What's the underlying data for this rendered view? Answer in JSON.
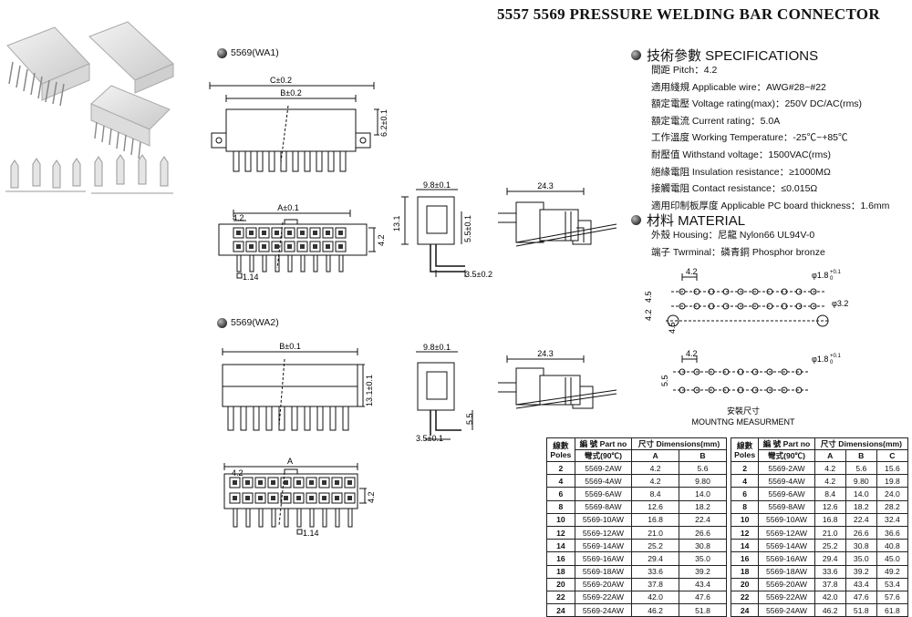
{
  "title": "5557 5569 PRESSURE WELDING BAR CONNECTOR",
  "wa1": {
    "label": "5569(WA1)",
    "dims": {
      "c": "C±0.2",
      "b": "B±0.2",
      "h": "6.2±0.1",
      "a": "A±0.1",
      "p42a": "4.2",
      "p42b": "4.2",
      "pin": "1.14",
      "w98": "9.8±0.1",
      "h131": "13.1",
      "h55": "5.5±0.1",
      "t35": "3.5±0.2",
      "w243": "24.3"
    }
  },
  "wa2": {
    "label": "5569(WA2)",
    "dims": {
      "b": "B±0.1",
      "h": "13.1±0.1",
      "w98": "9.8±0.1",
      "h55": "5.5",
      "t35": "3.5±0.1",
      "w243": "24.3",
      "a": "A",
      "p42a": "4.2",
      "p42b": "4.2",
      "pin": "1.14"
    }
  },
  "specs": {
    "heading": "技術參數 SPECIFICATIONS",
    "items": [
      "間距 Pitch：4.2",
      "適用綫規 Applicable wire：AWG#28~#22",
      "額定電壓 Voltage rating(max)：250V DC/AC(rms)",
      "額定電流 Current rating：5.0A",
      "工作溫度 Working Temperature：-25℃~+85℃",
      "耐壓值 Withstand voltage：1500VAC(rms)",
      "絕緣電阻 Insulation resistance：≥1000MΩ",
      "接觸電阻 Contact resistance：≤0.015Ω",
      "適用印制板厚度 Applicable PC board thickness：1.6mm"
    ]
  },
  "material": {
    "heading": "材料 MATERIAL",
    "items": [
      "外殼 Housing：尼龍 Nylon66  UL94V-0",
      "端子 Twrminal：磷青銅 Phosphor bronze"
    ]
  },
  "mounting": {
    "p42": "4.2",
    "hole1": "φ1.8",
    "hole1_tol": "+0.1",
    "hole1_tol2": "0",
    "hole2": "φ3.2",
    "v42": "4.2",
    "v45": "4.5",
    "b45": "4.5",
    "p42b": "4.2",
    "v55": "5.5",
    "hole3": "φ1.8",
    "hole3_tol": "+0.1",
    "hole3_tol2": "0",
    "caption_cn": "安裝尺寸",
    "caption_en": "MOUNTNG MEASURMENT"
  },
  "table1": {
    "h_poles_cn": "線數",
    "h_poles_en": "Poles",
    "h_part_cn": "編 號 Part no",
    "h_part_sub": "彎式(90℃)",
    "h_dim": "尺寸 Dimensions(mm)",
    "cols": [
      "A",
      "B"
    ],
    "rows": [
      [
        "2",
        "5569-2AW",
        "4.2",
        "5.6"
      ],
      [
        "4",
        "5569-4AW",
        "4.2",
        "9.80"
      ],
      [
        "6",
        "5569-6AW",
        "8.4",
        "14.0"
      ],
      [
        "8",
        "5569-8AW",
        "12.6",
        "18.2"
      ],
      [
        "10",
        "5569-10AW",
        "16.8",
        "22.4"
      ],
      [
        "12",
        "5569-12AW",
        "21.0",
        "26.6"
      ],
      [
        "14",
        "5569-14AW",
        "25.2",
        "30.8"
      ],
      [
        "16",
        "5569-16AW",
        "29.4",
        "35.0"
      ],
      [
        "18",
        "5569-18AW",
        "33.6",
        "39.2"
      ],
      [
        "20",
        "5569-20AW",
        "37.8",
        "43.4"
      ],
      [
        "22",
        "5569-22AW",
        "42.0",
        "47.6"
      ],
      [
        "24",
        "5569-24AW",
        "46.2",
        "51.8"
      ]
    ]
  },
  "table2": {
    "h_poles_cn": "線數",
    "h_poles_en": "Poles",
    "h_part_cn": "編 號 Part no",
    "h_part_sub": "彎式(90℃)",
    "h_dim": "尺寸 Dimensions(mm)",
    "cols": [
      "A",
      "B",
      "C"
    ],
    "rows": [
      [
        "2",
        "5569-2AW",
        "4.2",
        "5.6",
        "15.6"
      ],
      [
        "4",
        "5569-4AW",
        "4.2",
        "9.80",
        "19.8"
      ],
      [
        "6",
        "5569-6AW",
        "8.4",
        "14.0",
        "24.0"
      ],
      [
        "8",
        "5569-8AW",
        "12.6",
        "18.2",
        "28.2"
      ],
      [
        "10",
        "5569-10AW",
        "16.8",
        "22.4",
        "32.4"
      ],
      [
        "12",
        "5569-12AW",
        "21.0",
        "26.6",
        "36.6"
      ],
      [
        "14",
        "5569-14AW",
        "25.2",
        "30.8",
        "40.8"
      ],
      [
        "16",
        "5569-16AW",
        "29.4",
        "35.0",
        "45.0"
      ],
      [
        "18",
        "5569-18AW",
        "33.6",
        "39.2",
        "49.2"
      ],
      [
        "20",
        "5569-20AW",
        "37.8",
        "43.4",
        "53.4"
      ],
      [
        "22",
        "5569-22AW",
        "42.0",
        "47.6",
        "57.6"
      ],
      [
        "24",
        "5569-24AW",
        "46.2",
        "51.8",
        "61.8"
      ]
    ]
  }
}
